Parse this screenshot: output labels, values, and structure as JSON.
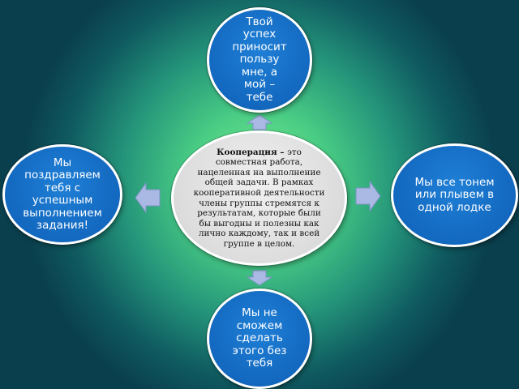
{
  "center": {
    "term": "Кооперация",
    "dash": " – ",
    "definition": "это совместная работа, нацеленная на выполнение общей задачи. В рамках кооперативной деятельности члены группы стремятся к результатам, которые были бы выгодны и полезны как лично каждому, так и всей группе в целом."
  },
  "top": {
    "text": "Твой успех приносит пользу мне, а мой – тебе"
  },
  "left": {
    "text": "Мы поздравляем тебя с успешным выполнением задания!"
  },
  "right": {
    "text": "Мы все тонем или плывем в одной лодке"
  },
  "bottom": {
    "text": "Мы не сможем сделать этого без тебя"
  },
  "colors": {
    "circle_blue": "#1368bf",
    "circle_center": "#dcdcdc",
    "arrow_fill": "#a9b9e3"
  }
}
